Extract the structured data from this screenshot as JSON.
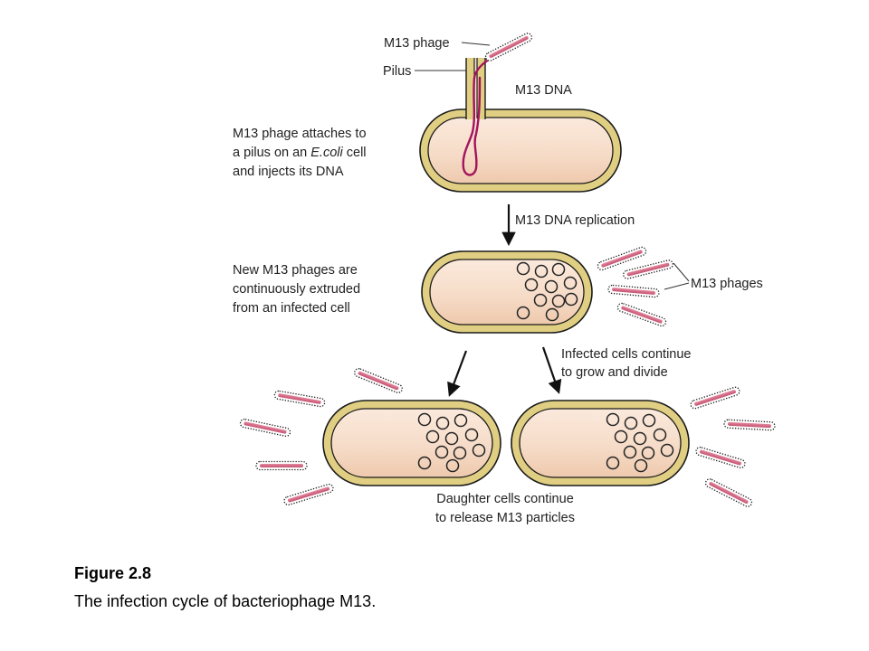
{
  "labels": {
    "m13_phage": "M13 phage",
    "pilus": "Pilus",
    "m13_dna": "M13 DNA",
    "attach_line1": "M13 phage attaches to",
    "attach_line2_pre": "a pilus on an ",
    "attach_line2_ital": "E.coli",
    "attach_line2_post": " cell",
    "attach_line3": "and injects its DNA",
    "replication": "M13 DNA replication",
    "extrude_line1": "New M13 phages are",
    "extrude_line2": "continuously extruded",
    "extrude_line3": "from an infected cell",
    "m13_phages": "M13 phages",
    "divide_line1": "Infected cells continue",
    "divide_line2": "to grow and divide",
    "daughter_line1": "Daughter cells continue",
    "daughter_line2": "to release M13 particles"
  },
  "caption": {
    "number": "Figure 2.8",
    "text": "The infection cycle of bacteriophage M13."
  },
  "colors": {
    "cell_wall": "#e0cf82",
    "cell_stroke": "#1a1a1a",
    "cytoplasm": "#f6dcc8",
    "dna": "#a3145c",
    "phage_core": "#d36c86"
  }
}
